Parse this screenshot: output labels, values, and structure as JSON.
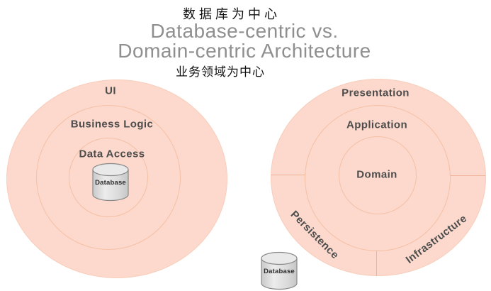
{
  "header": {
    "label_top_zh": "数据库为中心",
    "title_line1": "Database-centric vs.",
    "title_line2": "Domain-centric Architecture",
    "label_bottom_zh": "业务领域为中心"
  },
  "left_diagram": {
    "ui": "UI",
    "business_logic": "Business Logic",
    "data_access": "Data Access",
    "database": "Database"
  },
  "right_diagram": {
    "presentation": "Presentation",
    "application": "Application",
    "domain": "Domain",
    "persistence": "Persistence",
    "infrastructure": "Infrastructure",
    "database": "Database"
  },
  "colors": {
    "circle_fill": "#fcd9cc",
    "ring_stroke": "#f5c0a6",
    "divider_line": "#f0b298",
    "layer_label_text": "#4d4d4d",
    "title_text": "#8f8f8f",
    "chinese_text": "#111111",
    "cylinder_fill": "#d9d9d9",
    "cylinder_stroke": "#898989"
  }
}
